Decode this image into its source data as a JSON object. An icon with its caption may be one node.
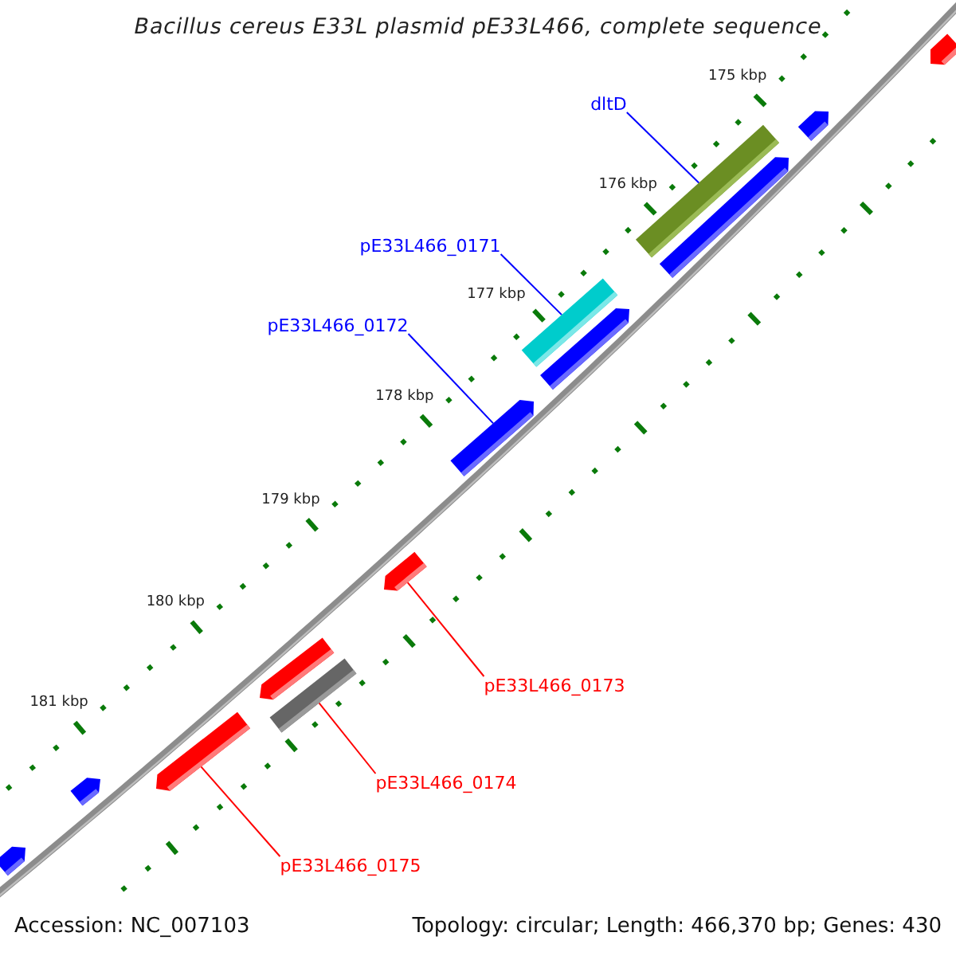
{
  "diagram": {
    "title": "Bacillus cereus E33L plasmid pE33L466, complete sequence",
    "nodes": [
      {
        "text": [],
        "shape": "bar"
      },
      {
        "text": [],
        "shape": "bar"
      },
      {
        "text": [
          "dltD"
        ]
      },
      {
        "text": [],
        "shape": "bar"
      },
      {
        "text": [],
        "shape": "bar"
      },
      {
        "text": [
          "pE33L466_0171"
        ]
      },
      {
        "text": [],
        "shape": "bar"
      },
      {
        "text": [],
        "shape": "bar"
      },
      {
        "text": [
          "pE33L466_0172"
        ]
      },
      {
        "text": [],
        "shape": "bar"
      },
      {
        "text": [],
        "shape": "bar"
      },
      {
        "text": [
          "pE33L466_0173"
        ]
      },
      {
        "text": [],
        "shape": "bar"
      },
      {
        "text": [],
        "shape": "bar"
      },
      {
        "text": [
          "pE33L466_0174"
        ]
      },
      {
        "text": [],
        "shape": "bar"
      },
      {
        "text": [
          "pE33L466_0175"
        ]
      },
      {
        "text": [],
        "shape": "bar"
      },
      {
        "text": [],
        "shape": "bar"
      }
    ],
    "edges": [
      {
        "from": 2,
        "to": 3,
        "arrow": "none"
      },
      {
        "from": 5,
        "to": 6,
        "arrow": "none"
      },
      {
        "from": 8,
        "to": 9,
        "arrow": "none"
      },
      {
        "from": 11,
        "to": 10,
        "arrow": "none",
        "color": "#ff0000"
      },
      {
        "from": 14,
        "to": 13,
        "arrow": "none",
        "color": "#ff0000"
      },
      {
        "from": 16,
        "to": 15,
        "arrow": "none",
        "color": "#ff0000"
      }
    ],
    "labels": [
      "175 kbp",
      "176 kbp",
      "177 kbp",
      "178 kbp",
      "179 kbp",
      "180 kbp",
      "181 kbp",
      "Accession: NC_007103",
      "Topology: circular; Length: 466,370 bp; Genes: 430"
    ]
  }
}
